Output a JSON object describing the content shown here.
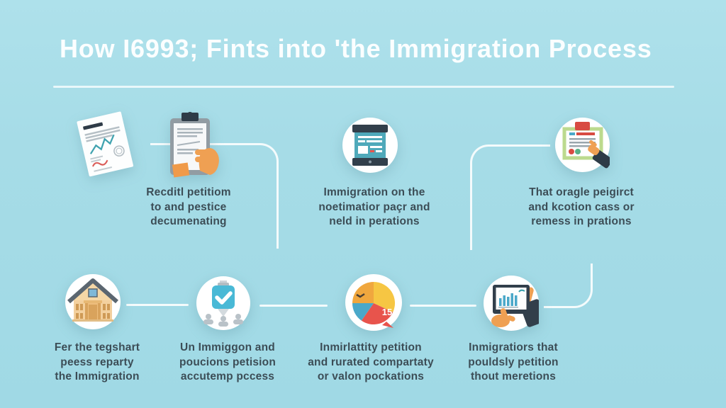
{
  "title": "How I6993; Fints into 'the Immigration Process",
  "colors": {
    "background": "#a6dce7",
    "title_text": "#fbfeff",
    "caption_text": "#3c4d56",
    "connector_line": "#ffffff",
    "teal_screen": "#4fa9ba",
    "navy": "#2e3b47",
    "orange_hand": "#efa053",
    "red": "#e8544c",
    "yellow": "#f6c643",
    "blue": "#4aa8c9",
    "green_frame": "#bcda8e"
  },
  "top_row": {
    "items": [
      {
        "icon": "signed-document-icon",
        "caption": null
      },
      {
        "icon": "clipboard-hand-icon",
        "caption": [
          "Recditl petitiom",
          "to and pestice",
          "decumenating"
        ]
      },
      {
        "icon": "tablet-screen-icon",
        "caption": [
          "Immigration on the",
          "noetimatior paçr and",
          "neld in perations"
        ]
      },
      {
        "icon": "certificate-hand-icon",
        "caption": [
          "That oragle peigirct",
          "and kcotion cass or",
          "remess in prations"
        ]
      }
    ]
  },
  "bottom_row": {
    "items": [
      {
        "icon": "house-icon",
        "caption": [
          "Fer the tegshart",
          "peess reparty",
          "the Immigration"
        ]
      },
      {
        "icon": "check-badge-icon",
        "caption": [
          "Un Immiggon and",
          "poucions petision",
          "accutemp pccess"
        ]
      },
      {
        "icon": "pie-chart-icon",
        "caption": [
          "Inmirlattity petition",
          "and rurated compartaty",
          "or valon pockations"
        ]
      },
      {
        "icon": "tablet-hands-icon",
        "caption": [
          "Inmigratiors that",
          "pouldsly petition",
          "thout meretions"
        ]
      }
    ]
  },
  "pie_label": "15"
}
